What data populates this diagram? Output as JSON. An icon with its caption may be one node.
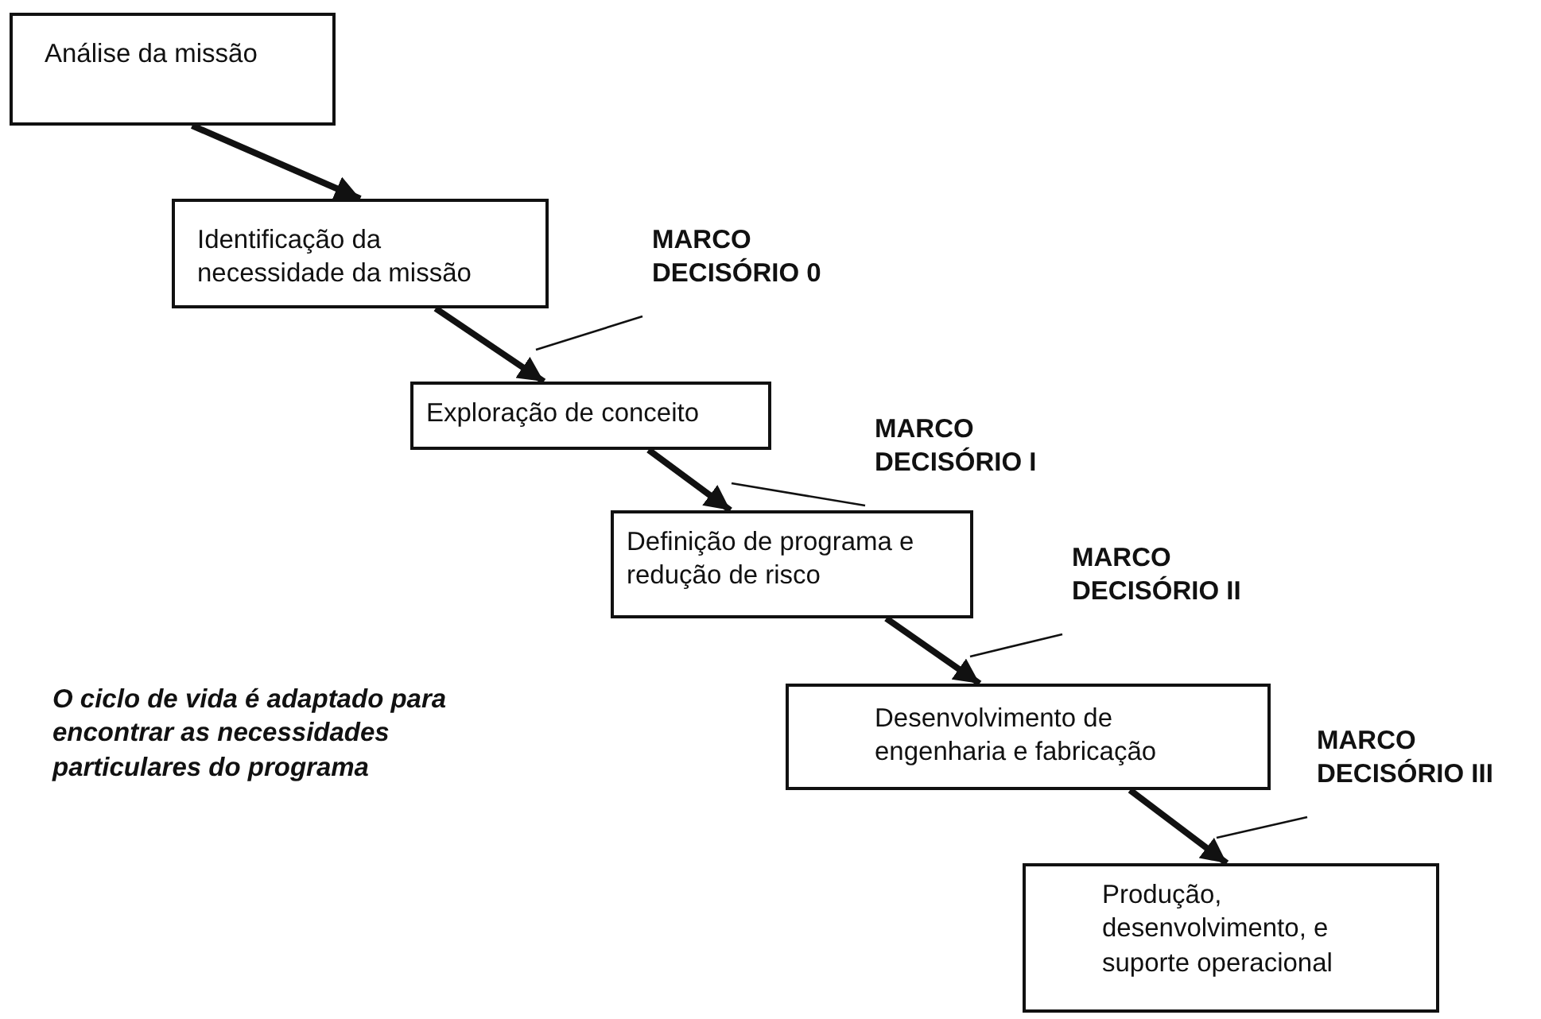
{
  "diagram": {
    "nodes": [
      {
        "text": [
          "Análise da missão"
        ]
      },
      {
        "text": [
          "Identificação da necessidade da missão"
        ]
      },
      {
        "text": [
          "Exploração de conceito"
        ]
      },
      {
        "text": [
          "Definição de programa e redução de risco"
        ]
      },
      {
        "text": [
          "Desenvolvimento de engenharia e fabricação"
        ]
      },
      {
        "text": [
          "Produção, desenvolvimento, e suporte operacional"
        ]
      },
      {
        "text": [
          "MARCO DECISÓRIO 0"
        ]
      },
      {
        "text": [
          "MARCO DECISÓRIO I"
        ]
      },
      {
        "text": [
          "MARCO DECISÓRIO II"
        ]
      },
      {
        "text": [
          "MARCO DECISÓRIO III"
        ]
      }
    ],
    "edges": [
      {
        "from": 0,
        "to": 1,
        "arrow": "to"
      },
      {
        "from": 1,
        "to": 2,
        "arrow": "to"
      },
      {
        "from": 2,
        "to": 3,
        "arrow": "to"
      },
      {
        "from": 3,
        "to": 4,
        "arrow": "to"
      },
      {
        "from": 4,
        "to": 5,
        "arrow": "to"
      },
      {
        "from": 6,
        "to": null,
        "arrow": "none"
      },
      {
        "from": 7,
        "to": null,
        "arrow": "none"
      },
      {
        "from": 8,
        "to": null,
        "arrow": "none"
      },
      {
        "from": 9,
        "to": null,
        "arrow": "none"
      }
    ],
    "labels": [
      "O ciclo de vida é adaptado para encontrar as necessidades particulares do programa"
    ]
  }
}
